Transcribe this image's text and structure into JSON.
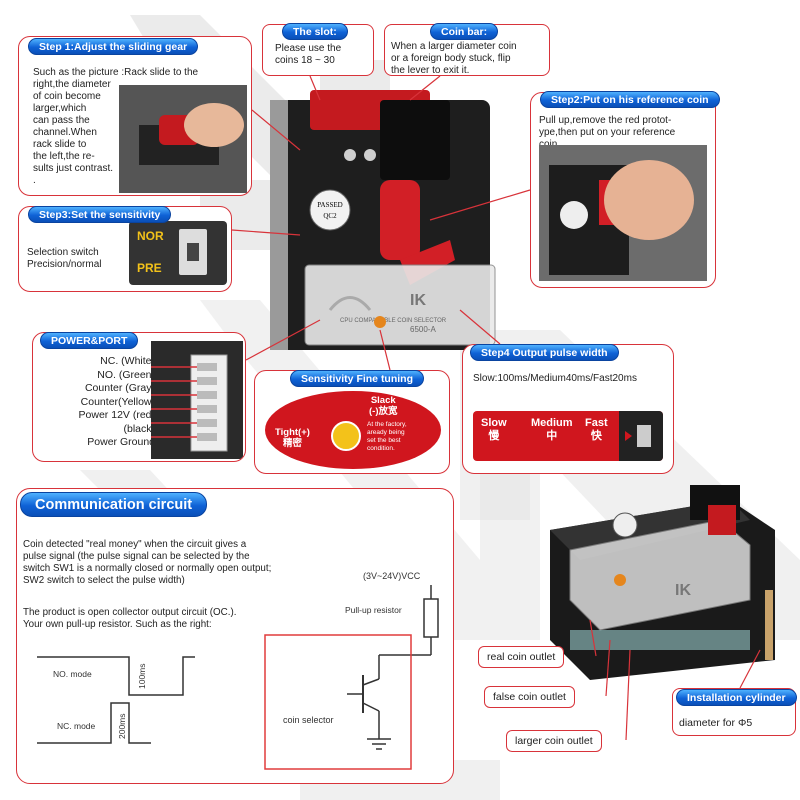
{
  "step1": {
    "title": "Step 1:Adjust the sliding gear",
    "lines": [
      "Such as the picture :Rack slide to the",
      "right,the diameter",
      "of coin become",
      "larger,which",
      "can pass the",
      "channel.When",
      "rack slide to",
      "the left,the re-",
      "sults just contrast."
    ],
    "dot": "."
  },
  "slot": {
    "title": "The slot:",
    "lines": [
      "Please use the",
      "coins 18 ~ 30"
    ]
  },
  "coinbar": {
    "title": "Coin bar:",
    "lines": [
      "When a larger diameter coin",
      "or a foreign body stuck, flip",
      "the lever to exit it."
    ]
  },
  "step2": {
    "title": "Step2:Put  on his reference coin",
    "lines": [
      "Pull up,remove the red protot-",
      "ype,then put on your reference",
      "coin."
    ]
  },
  "step3": {
    "title": "Step3:Set the sensitivity",
    "lines": [
      "Selection switch",
      "Precision/normal"
    ],
    "switch_nor": "NOR",
    "switch_pre": "PRE"
  },
  "power": {
    "title": "POWER&PORT",
    "lines": [
      "NC. (White)",
      "NO. (Green)",
      "Counter (Gray)",
      "Counter(Yellow)",
      "Power 12V (red)",
      "(black)",
      "Power Ground"
    ]
  },
  "fine": {
    "title": "Sensitivity Fine tuning",
    "tight": "Tight(+)",
    "tight_cn": "精密",
    "slack": "Slack",
    "slack_cn": "(-)放宽",
    "note": [
      "At the factory,",
      "aready being",
      "set the best",
      "condition."
    ]
  },
  "step4": {
    "title": "Step4 Output pulse width",
    "desc": "Slow:100ms/Medium40ms/Fast20ms",
    "slow": "Slow",
    "slow_cn": "慢",
    "medium": "Medium",
    "medium_cn": "中",
    "fast": "Fast",
    "fast_cn": "快"
  },
  "device": {
    "passed": "PASSED",
    "qc": "QC2",
    "brand": "IK",
    "model": "CPU COMPARABLE COIN SELECTOR",
    "model_code": "6500-A"
  },
  "comm": {
    "title": "Communication circuit",
    "p1": [
      "Coin detected \"real money\" when the circuit gives a",
      "pulse signal (the pulse signal can be selected by the",
      "switch SW1 is a normally closed or normally open output;",
      "SW2 switch to select the pulse width)"
    ],
    "p2": [
      "The product  is open collector output circuit (OC.).",
      "Your own pull-up resistor. Such as the right:"
    ],
    "no_mode": "NO. mode",
    "nc_mode": "NC. mode",
    "t_no": "100ms",
    "t_nc": "200ms",
    "vcc": "(3V~24V)VCC",
    "pullup": "Pull-up resistor",
    "selector": "coin selector"
  },
  "outlets": {
    "real": "real coin outlet",
    "false": "false coin outlet",
    "larger": "larger coin outlet"
  },
  "install": {
    "title": "Installation cylinder",
    "desc": "diameter for Φ5"
  }
}
